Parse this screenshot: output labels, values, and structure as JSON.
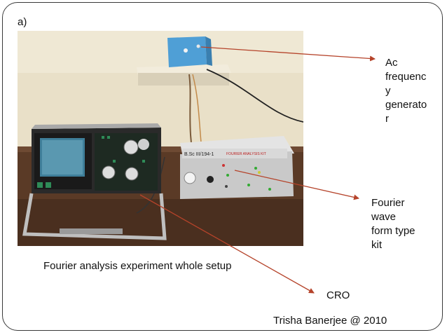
{
  "slide": {
    "panel_label": "a)",
    "caption": "Fourier analysis experiment  whole setup",
    "credit": "Trisha Banerjee @ 2010"
  },
  "callouts": {
    "ac_generator_lines": [
      "Ac",
      "frequenc",
      "y",
      "generato",
      "r"
    ],
    "fourier_kit_lines": [
      "Fourier",
      "wave",
      "form type",
      "kit"
    ],
    "cro": "CRO"
  },
  "photo": {
    "panel_model_text": "B.Sc III/194-1",
    "kit_title_text": "FOURIER ANALYSIS KIT"
  },
  "colors": {
    "arrow": "#b5432a",
    "frame": "#3a3a3a",
    "wall": "#e9e0c8",
    "table": "#5a3a26",
    "generator_box": "#4f9fd6",
    "cro_screen": "#3f7f9a"
  }
}
